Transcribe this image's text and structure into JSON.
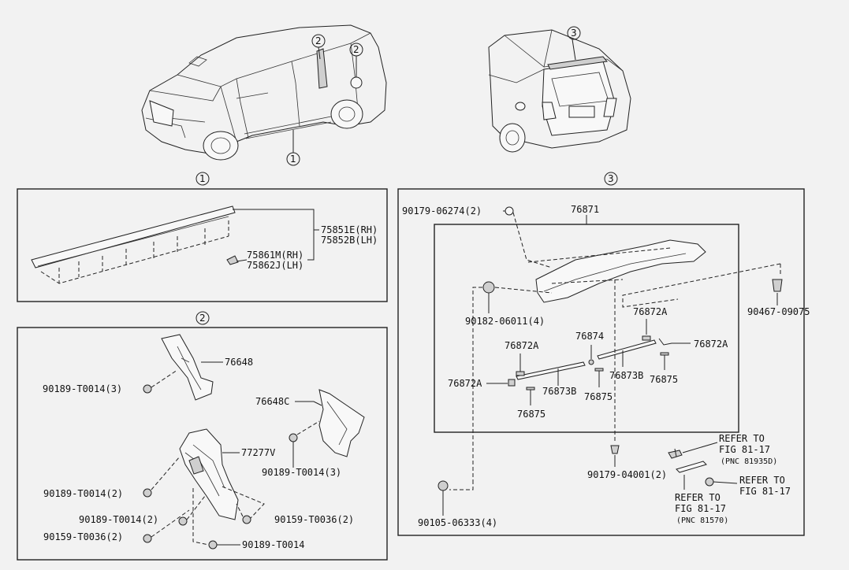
{
  "callouts": {
    "c1": "1",
    "c2": "2",
    "c3": "3"
  },
  "section1": {
    "p75851": "75851E(RH)",
    "p75852": "75852B(LH)",
    "p75861": "75861M(RH)",
    "p75862": "75862J(LH)"
  },
  "section2": {
    "p76648": "76648",
    "p76648c": "76648C",
    "p77277": "77277V",
    "f1": "90189-T0014(3)",
    "f2": "90189-T0014(3)",
    "f3": "90189-T0014(2)",
    "f4": "90189-T0014(2)",
    "f5": "90159-T0036(2)",
    "f6": "90159-T0036(2)",
    "f7": "90189-T0014"
  },
  "section3": {
    "p76871": "76871",
    "f90179a": "90179-06274(2)",
    "f90182": "90182-06011(4)",
    "f90467": "90467-09075",
    "p76872a_1": "76872A",
    "p76872a_2": "76872A",
    "p76872a_3": "76872A",
    "p76872a_4": "76872A",
    "p76874": "76874",
    "p76873b_1": "76873B",
    "p76873b_2": "76873B",
    "p76875_1": "76875",
    "p76875_2": "76875",
    "p76875_3": "76875",
    "f90179b": "90179-04001(2)",
    "f90105": "90105-06333(4)",
    "ref1_a": "REFER TO",
    "ref1_b": "FIG 81-17",
    "ref1_c": "(PNC 81935D)",
    "ref2_a": "REFER TO",
    "ref2_b": "FIG 81-17",
    "ref3_a": "REFER TO",
    "ref3_b": "FIG 81-17",
    "ref3_c": "(PNC 81570)"
  }
}
